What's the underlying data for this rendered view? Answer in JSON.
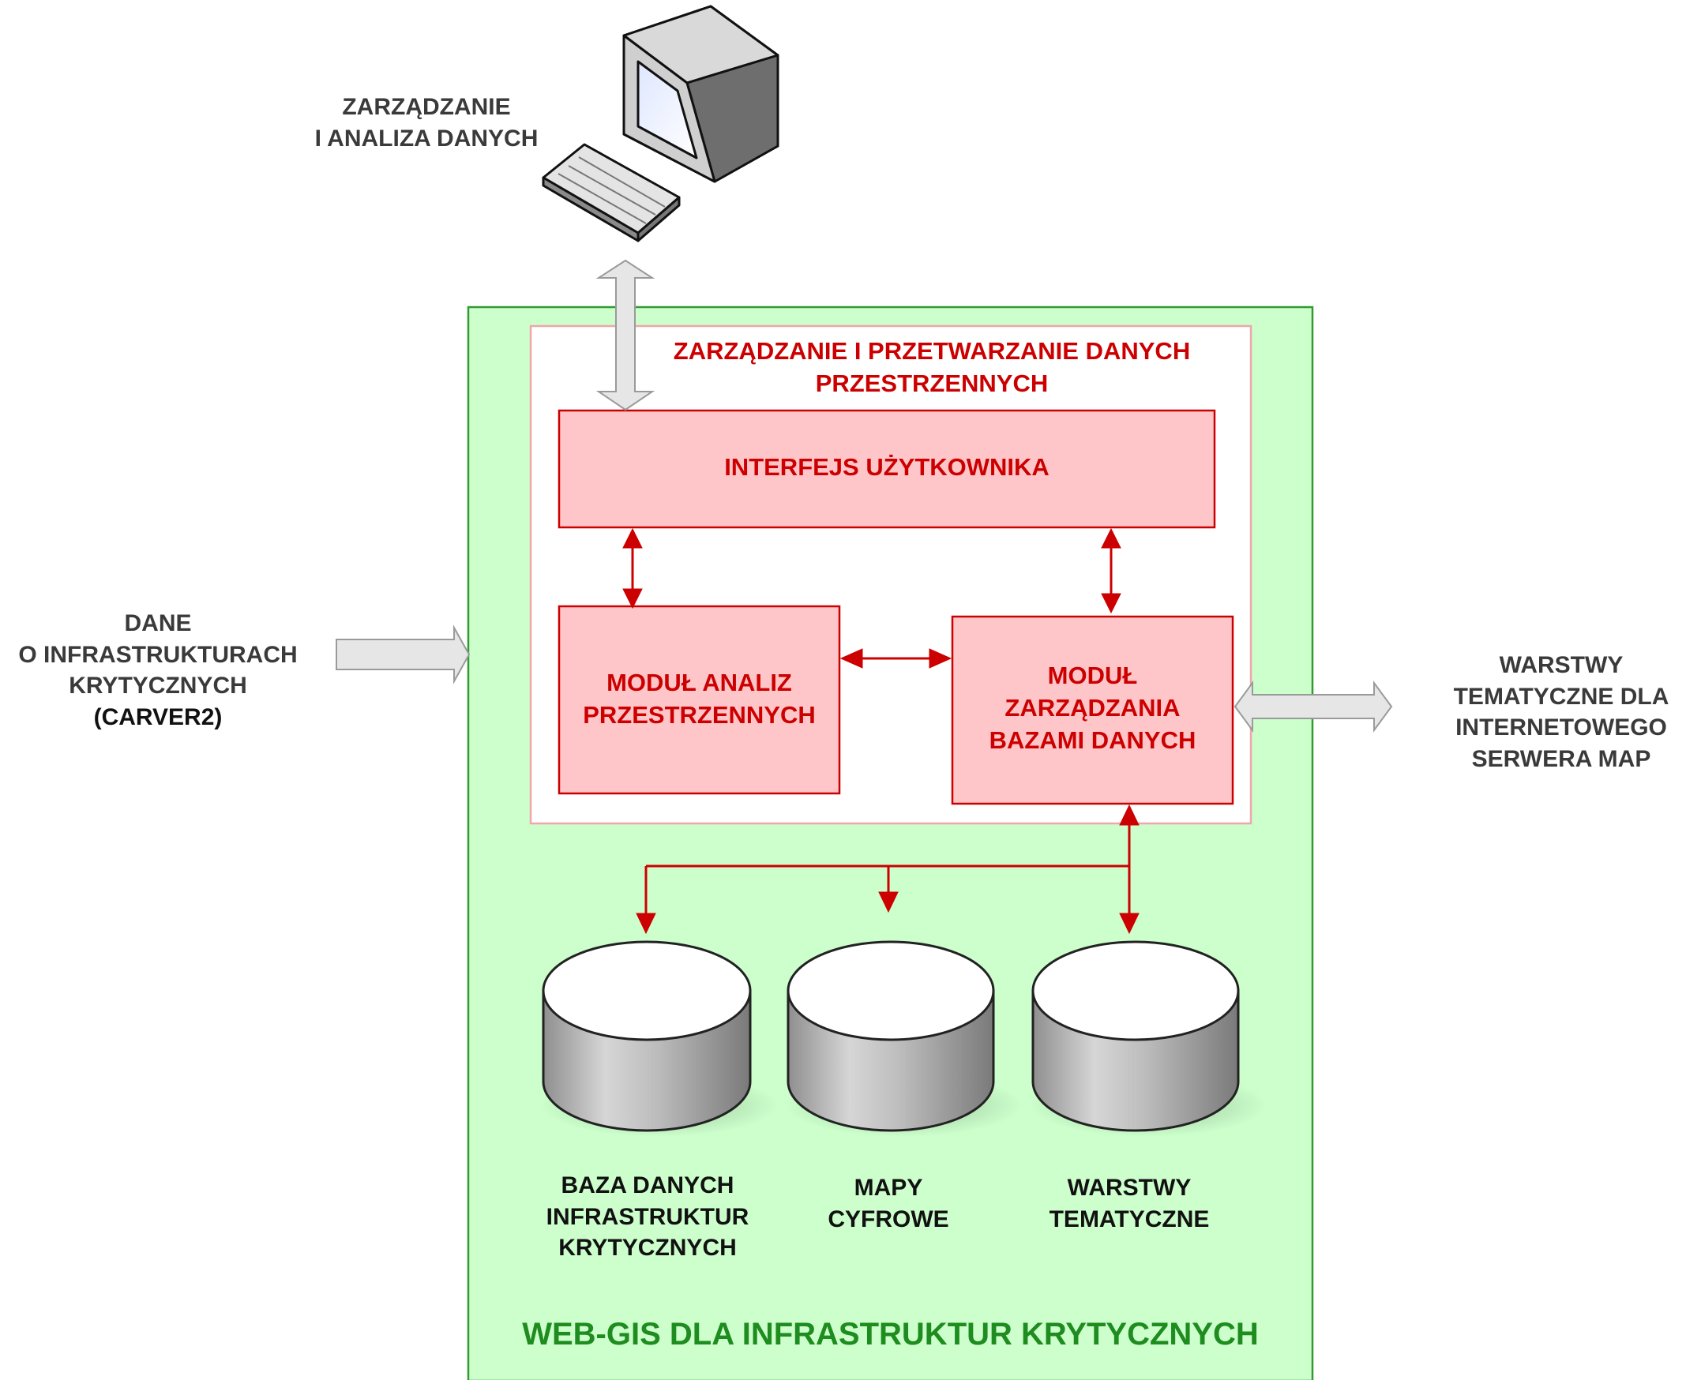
{
  "labels": {
    "computer": [
      "ZARZĄDZANIE",
      "I ANALIZA DANYCH"
    ],
    "input": [
      "DANE",
      "O INFRASTRUKTURACH",
      "KRYTYCZNYCH",
      "(CARVER2)"
    ],
    "output": [
      "WARSTWY",
      "TEMATYCZNE DLA",
      "INTERNETOWEGO",
      "SERWERA MAP"
    ],
    "processing_title": [
      "ZARZĄDZANIE I PRZETWARZANIE DANYCH",
      "PRZESTRZENNYCH"
    ],
    "ui_module": [
      "INTERFEJS UŻYTKOWNIKA"
    ],
    "analysis_module": [
      "MODUŁ ANALIZ",
      "PRZESTRZENNYCH"
    ],
    "db_module": [
      "MODUŁ",
      "ZARZĄDZANIA",
      "BAZAMI DANYCH"
    ],
    "db1": [
      "BAZA DANYCH",
      "INFRASTRUKTUR",
      "KRYTYCZNYCH"
    ],
    "db2": [
      "MAPY",
      "CYFROWE"
    ],
    "db3": [
      "WARSTWY",
      "TEMATYCZNE"
    ],
    "system_title": [
      "WEB-GIS DLA INFRASTRUKTUR KRYTYCZNYCH"
    ]
  },
  "icons": {
    "computer": "desktop-computer-icon",
    "database": "database-cylinder-icon"
  },
  "colors": {
    "system_fill": "#ccffcc",
    "system_border": "#339933",
    "module_fill": "#ffc6c9",
    "module_border": "#cc0000",
    "red_text": "#cc0000",
    "green_text": "#1e8c1e",
    "arrow_red": "#cc0000",
    "arrow_gray": "#e6e6e6"
  }
}
